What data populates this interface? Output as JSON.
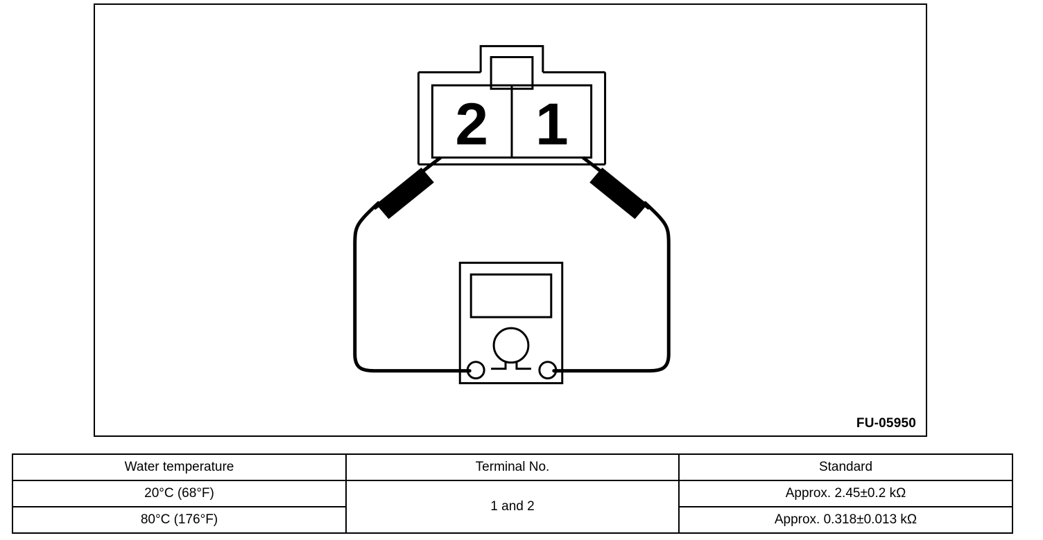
{
  "figure": {
    "code": "FU-05950",
    "connector": {
      "name": "2-pin connector",
      "terminals": [
        {
          "label": "2",
          "position": "left"
        },
        {
          "label": "1",
          "position": "right"
        }
      ]
    },
    "meter": {
      "name": "ohmmeter",
      "symbol": "Ω",
      "probes": [
        "left-probe",
        "right-probe"
      ]
    }
  },
  "table": {
    "headers": {
      "temperature": "Water temperature",
      "terminal": "Terminal No.",
      "standard": "Standard"
    },
    "terminal_value": "1 and 2",
    "rows": [
      {
        "temperature": "20°C (68°F)",
        "standard": "Approx. 2.45±0.2 kΩ"
      },
      {
        "temperature": "80°C (176°F)",
        "standard": "Approx. 0.318±0.013 kΩ"
      }
    ]
  },
  "colors": {
    "line": "#000000",
    "background": "#ffffff"
  }
}
